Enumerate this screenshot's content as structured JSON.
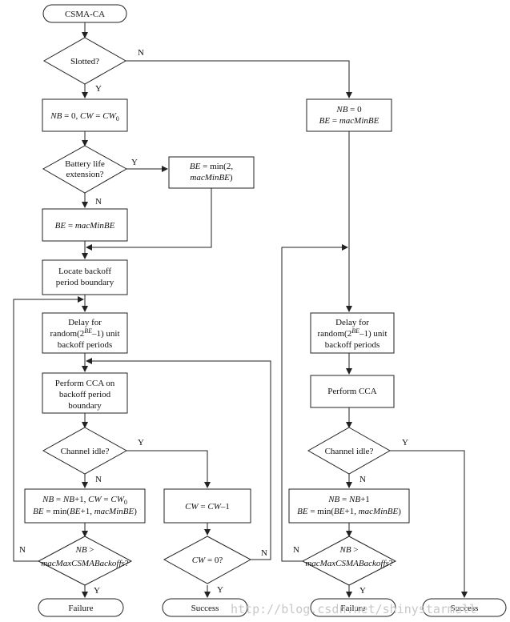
{
  "start": "CSMA-CA",
  "slotted": "Slotted?",
  "left_init": {
    "nb": "NB",
    "eq0": " = 0, ",
    "cw": "CW",
    "eq": " = ",
    "cw0": "CW",
    "sub0": "0"
  },
  "right_init": {
    "line1_var": "NB",
    "line1_val": " = 0",
    "line2_var": "BE",
    "line2_eq": " = ",
    "line2_val": "macMinBE"
  },
  "battery": {
    "line1": "Battery life",
    "line2": "extension?"
  },
  "be_min2": {
    "var": "BE",
    "text": " = min(2,",
    "line2": "macMinBE",
    "close": ")"
  },
  "be_minbe": {
    "var": "BE",
    "eq": " = ",
    "val": "macMinBE"
  },
  "locate": {
    "line1": "Locate backoff",
    "line2": "period boundary"
  },
  "delay": {
    "line1": "Delay for",
    "line2_pre": "random(2",
    "sup": "BE",
    "line2_post": "–1) unit",
    "line3": "backoff periods"
  },
  "perform_cca_left": {
    "line1": "Perform CCA on",
    "line2": "backoff period",
    "line3": "boundary"
  },
  "perform_cca_right": "Perform CCA",
  "channel_idle": "Channel idle?",
  "nb_update_left": {
    "l1_a": "NB",
    "l1_b": " = ",
    "l1_c": "NB",
    "l1_d": "+1, ",
    "l1_e": "CW",
    "l1_f": " = ",
    "l1_g": "CW",
    "l1_sub": "0",
    "l2_a": "BE",
    "l2_b": " = min(",
    "l2_c": "BE",
    "l2_d": "+1, ",
    "l2_e": "macMinBE",
    "l2_f": ")"
  },
  "nb_update_right": {
    "l1_a": "NB",
    "l1_b": " = ",
    "l1_c": "NB",
    "l1_d": "+1",
    "l2_a": "BE",
    "l2_b": " = min(",
    "l2_c": "BE",
    "l2_d": "+1, ",
    "l2_e": "macMinBE",
    "l2_f": ")"
  },
  "cw_dec": {
    "a": "CW",
    "b": " = ",
    "c": "CW",
    "d": "–1"
  },
  "nb_check": {
    "line1_a": "NB",
    "line1_b": " >",
    "line2": "macMaxCSMABackoffs",
    "q": "?"
  },
  "cw_check": {
    "a": "CW",
    "b": " = 0?"
  },
  "failure": "Failure",
  "success": "Success",
  "yes": "Y",
  "no": "N",
  "watermark": "http://blog.csdn.net/shinystarmell"
}
